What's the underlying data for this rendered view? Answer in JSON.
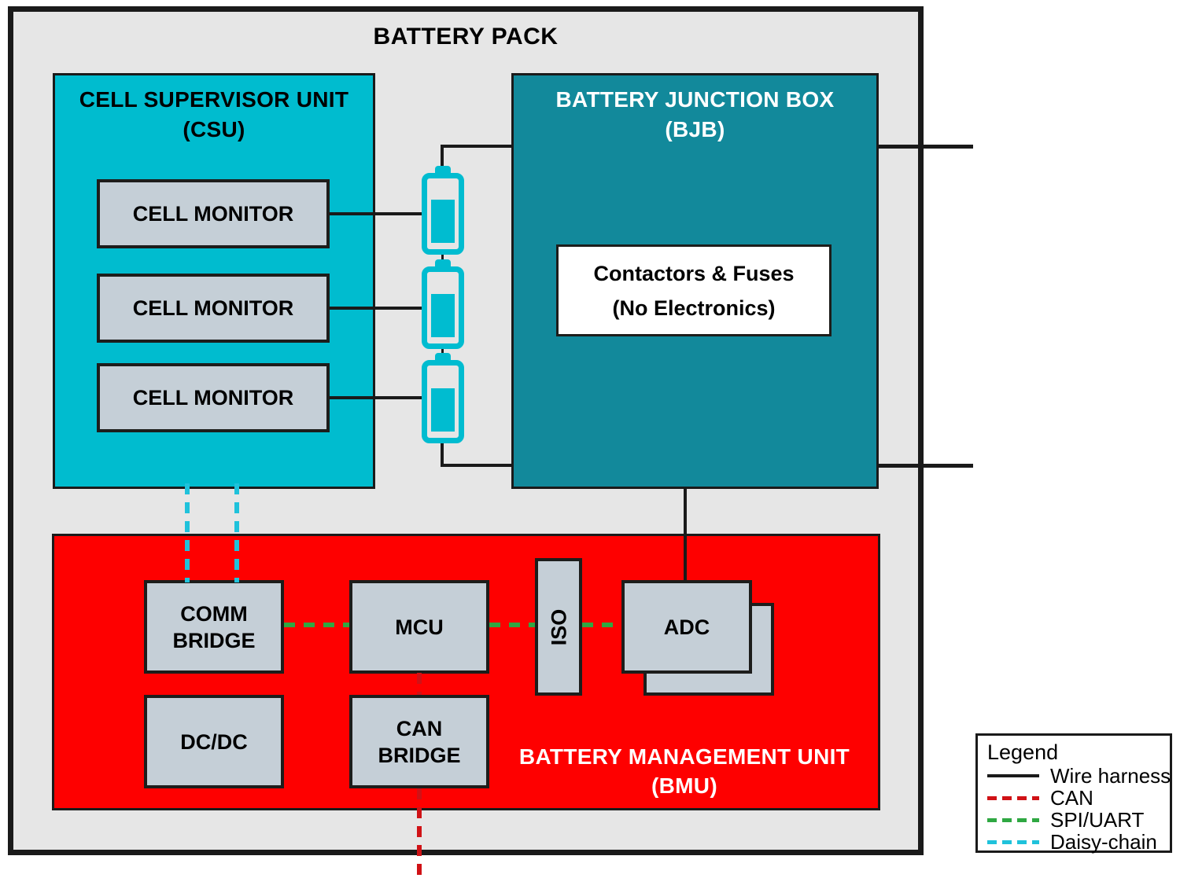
{
  "colors": {
    "pack_background": "#e6e6e6",
    "border_black": "#1a1a1a",
    "csu_cyan": "#00bccf",
    "bjb_teal": "#12899b",
    "bmu_red": "#fe0000",
    "component_gray": "#c5cfd7",
    "white_box": "#ffffff",
    "wire_black": "#1a1a1a",
    "can_red": "#d01216",
    "spi_uart_green": "#2fa842",
    "daisy_chain_cyan": "#1fc2db",
    "battery_cyan": "#00bcd0"
  },
  "pack": {
    "title": "BATTERY PACK"
  },
  "csu": {
    "title_line1": "CELL SUPERVISOR UNIT",
    "title_line2": "(CSU)",
    "cell_monitors": [
      "CELL MONITOR",
      "CELL MONITOR",
      "CELL MONITOR"
    ]
  },
  "bjb": {
    "title_line1": "BATTERY JUNCTION BOX",
    "title_line2": "(BJB)",
    "contactors_line1": "Contactors & Fuses",
    "contactors_line2": "(No Electronics)"
  },
  "bmu": {
    "title_line1": "BATTERY MANAGEMENT UNIT",
    "title_line2": "(BMU)",
    "comm_bridge_label": "COMM BRIDGE",
    "mcu_label": "MCU",
    "iso_label": "ISO",
    "adc_label": "ADC",
    "dcdc_label": "DC/DC",
    "can_bridge_label": "CAN BRIDGE"
  },
  "legend": {
    "title": "Legend",
    "items": [
      {
        "label": "Wire harness",
        "line_style": "solid",
        "color": "#1a1a1a"
      },
      {
        "label": "CAN",
        "line_style": "dashed",
        "color": "#d01216"
      },
      {
        "label": "SPI/UART",
        "line_style": "dashed",
        "color": "#2fa842"
      },
      {
        "label": "Daisy-chain",
        "line_style": "dashed",
        "color": "#1fc2db"
      }
    ]
  }
}
